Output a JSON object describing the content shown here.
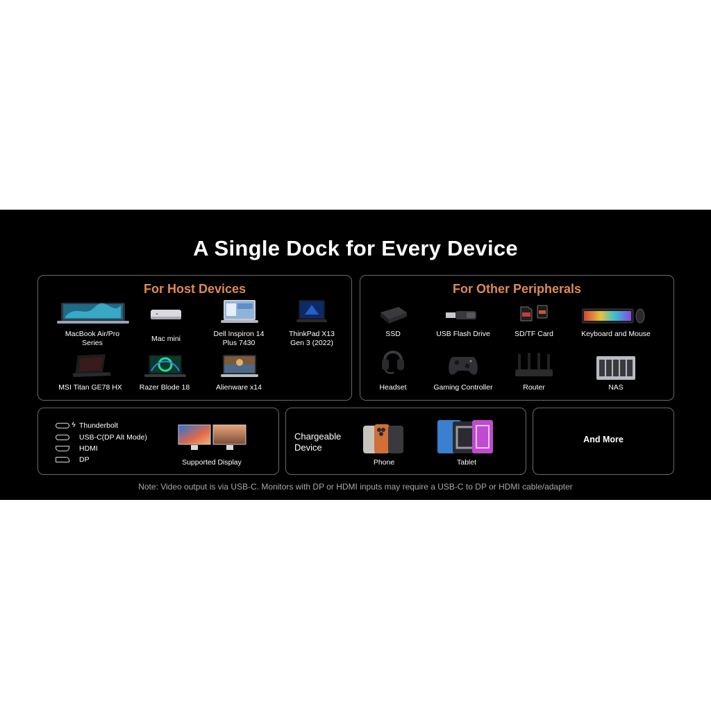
{
  "title": "A Single Dock for Every Device",
  "host_panel": {
    "title": "For Host Devices",
    "items": [
      {
        "label": "MacBook Air/Pro\nSeries",
        "icon": "laptop-icon"
      },
      {
        "label": "Mac mini",
        "icon": "mac-mini-icon"
      },
      {
        "label": "Dell Inspiron 14\nPlus 7430",
        "icon": "laptop-icon"
      },
      {
        "label": "ThinkPad X13\nGen 3 (2022)",
        "icon": "laptop-icon"
      },
      {
        "label": "MSI Titan GE78 HX",
        "icon": "laptop-icon"
      },
      {
        "label": "Razer  Blode 18",
        "icon": "laptop-icon"
      },
      {
        "label": "Alienware x14",
        "icon": "laptop-icon"
      }
    ]
  },
  "peripherals_panel": {
    "title": "For  Other Peripherals",
    "items": [
      {
        "label": "SSD",
        "icon": "ssd-icon"
      },
      {
        "label": "USB  Flash Drive",
        "icon": "usb-drive-icon"
      },
      {
        "label": "SD/TF  Card",
        "icon": "sd-card-icon"
      },
      {
        "label": "Keyboard and Mouse",
        "icon": "keyboard-icon"
      },
      {
        "label": "Headset",
        "icon": "headset-icon"
      },
      {
        "label": "Gaming Controller",
        "icon": "controller-icon"
      },
      {
        "label": "Router",
        "icon": "router-icon"
      },
      {
        "label": "NAS",
        "icon": "nas-icon"
      }
    ]
  },
  "display_panel": {
    "ports": [
      "Thunderbolt",
      "USB-C(DP Alt Mode)",
      "HDMI",
      "DP"
    ],
    "thunderbolt_symbol": "ϟ",
    "display_label": "Supported Display"
  },
  "charge_panel": {
    "title": "Chargeable\nDevice",
    "phone_label": "Phone",
    "tablet_label": "Tablet"
  },
  "more_panel": {
    "label": "And  More"
  },
  "note": "Note: Video output is via USB-C. Monitors with DP or HDMI inputs may require a USB-C to DP or HDMI cable/adapter",
  "colors": {
    "accent": "#e08a52",
    "background": "#000000",
    "border": "#6a6a6a"
  }
}
